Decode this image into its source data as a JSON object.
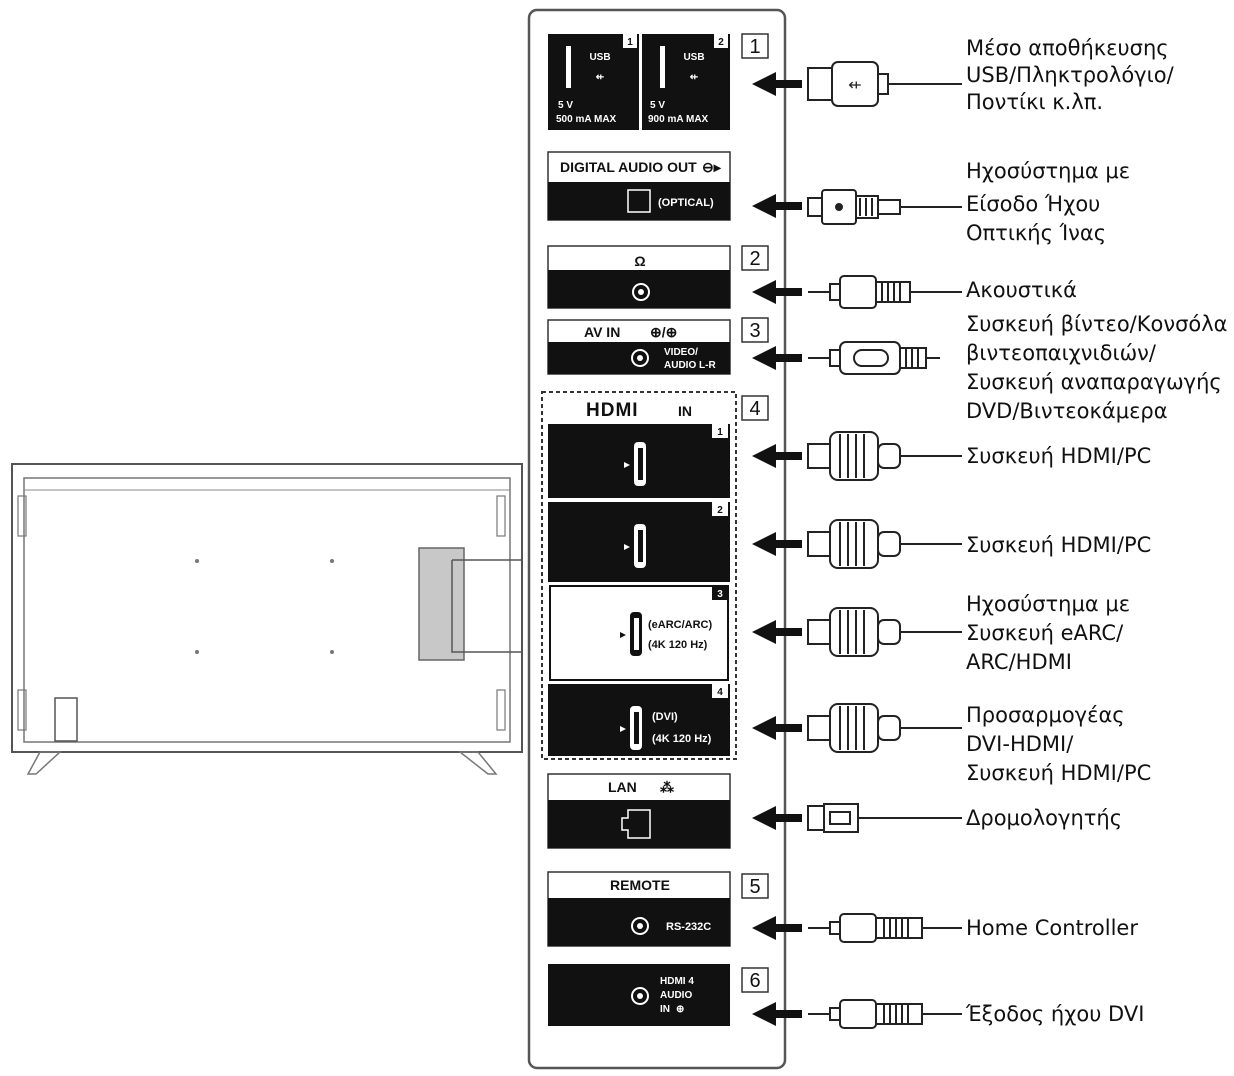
{
  "ports": {
    "usb1_label": "USB",
    "usb1_index": "1",
    "usb1_power": "5 V",
    "usb1_current": "500 mA MAX",
    "usb2_label": "USB",
    "usb2_index": "2",
    "usb2_power": "5 V",
    "usb2_current": "900 mA MAX",
    "digital_audio_title": "DIGITAL AUDIO OUT",
    "digital_audio_sub": "(OPTICAL)",
    "av_in_title": "AV IN",
    "av_in_sub1": "VIDEO/",
    "av_in_sub2": "AUDIO L-R",
    "hdmi_logo": "HDMI",
    "hdmi_in": "IN",
    "hdmi1_index": "1",
    "hdmi2_index": "2",
    "hdmi3_index": "3",
    "hdmi3_sub1": "(eARC/ARC)",
    "hdmi3_sub2": "(4K 120 Hz)",
    "hdmi4_index": "4",
    "hdmi4_sub1": "(DVI)",
    "hdmi4_sub2": "(4K 120 Hz)",
    "lan_title": "LAN",
    "remote_title": "REMOTE",
    "remote_sub": "RS-232C",
    "hdmi4_audio_1": "HDMI 4",
    "hdmi4_audio_2": "AUDIO",
    "hdmi4_audio_3": "IN"
  },
  "callouts": [
    "1",
    "2",
    "3",
    "4",
    "5",
    "6"
  ],
  "devices": {
    "usb": [
      "Μέσο αποθήκευσης",
      "USB/Πληκτρολόγιο/",
      "Ποντίκι κ.λπ."
    ],
    "optical": [
      "Ηχοσύστημα με",
      "Είσοδο Ήχου",
      "Οπτικής Ίνας"
    ],
    "headphones": [
      "Ακουστικά"
    ],
    "av": [
      "Συσκευή βίντεο/Κονσόλα",
      "βιντεοπαιχνιδιών/",
      "Συσκευή αναπαραγωγής",
      "DVD/Βιντεοκάμερα"
    ],
    "hdmi1": [
      "Συσκευή HDMI/PC"
    ],
    "hdmi2": [
      "Συσκευή HDMI/PC"
    ],
    "hdmi3": [
      "Ηχοσύστημα με",
      "Συσκευή eARC/",
      "ARC/HDMI"
    ],
    "hdmi4": [
      "Προσαρμογέας",
      "DVI-HDMI/",
      "Συσκευή HDMI/PC"
    ],
    "lan": [
      "Δρομολογητής"
    ],
    "remote": [
      "Home Controller"
    ],
    "dvi_audio": [
      "Έξοδος ήχου DVI"
    ]
  }
}
